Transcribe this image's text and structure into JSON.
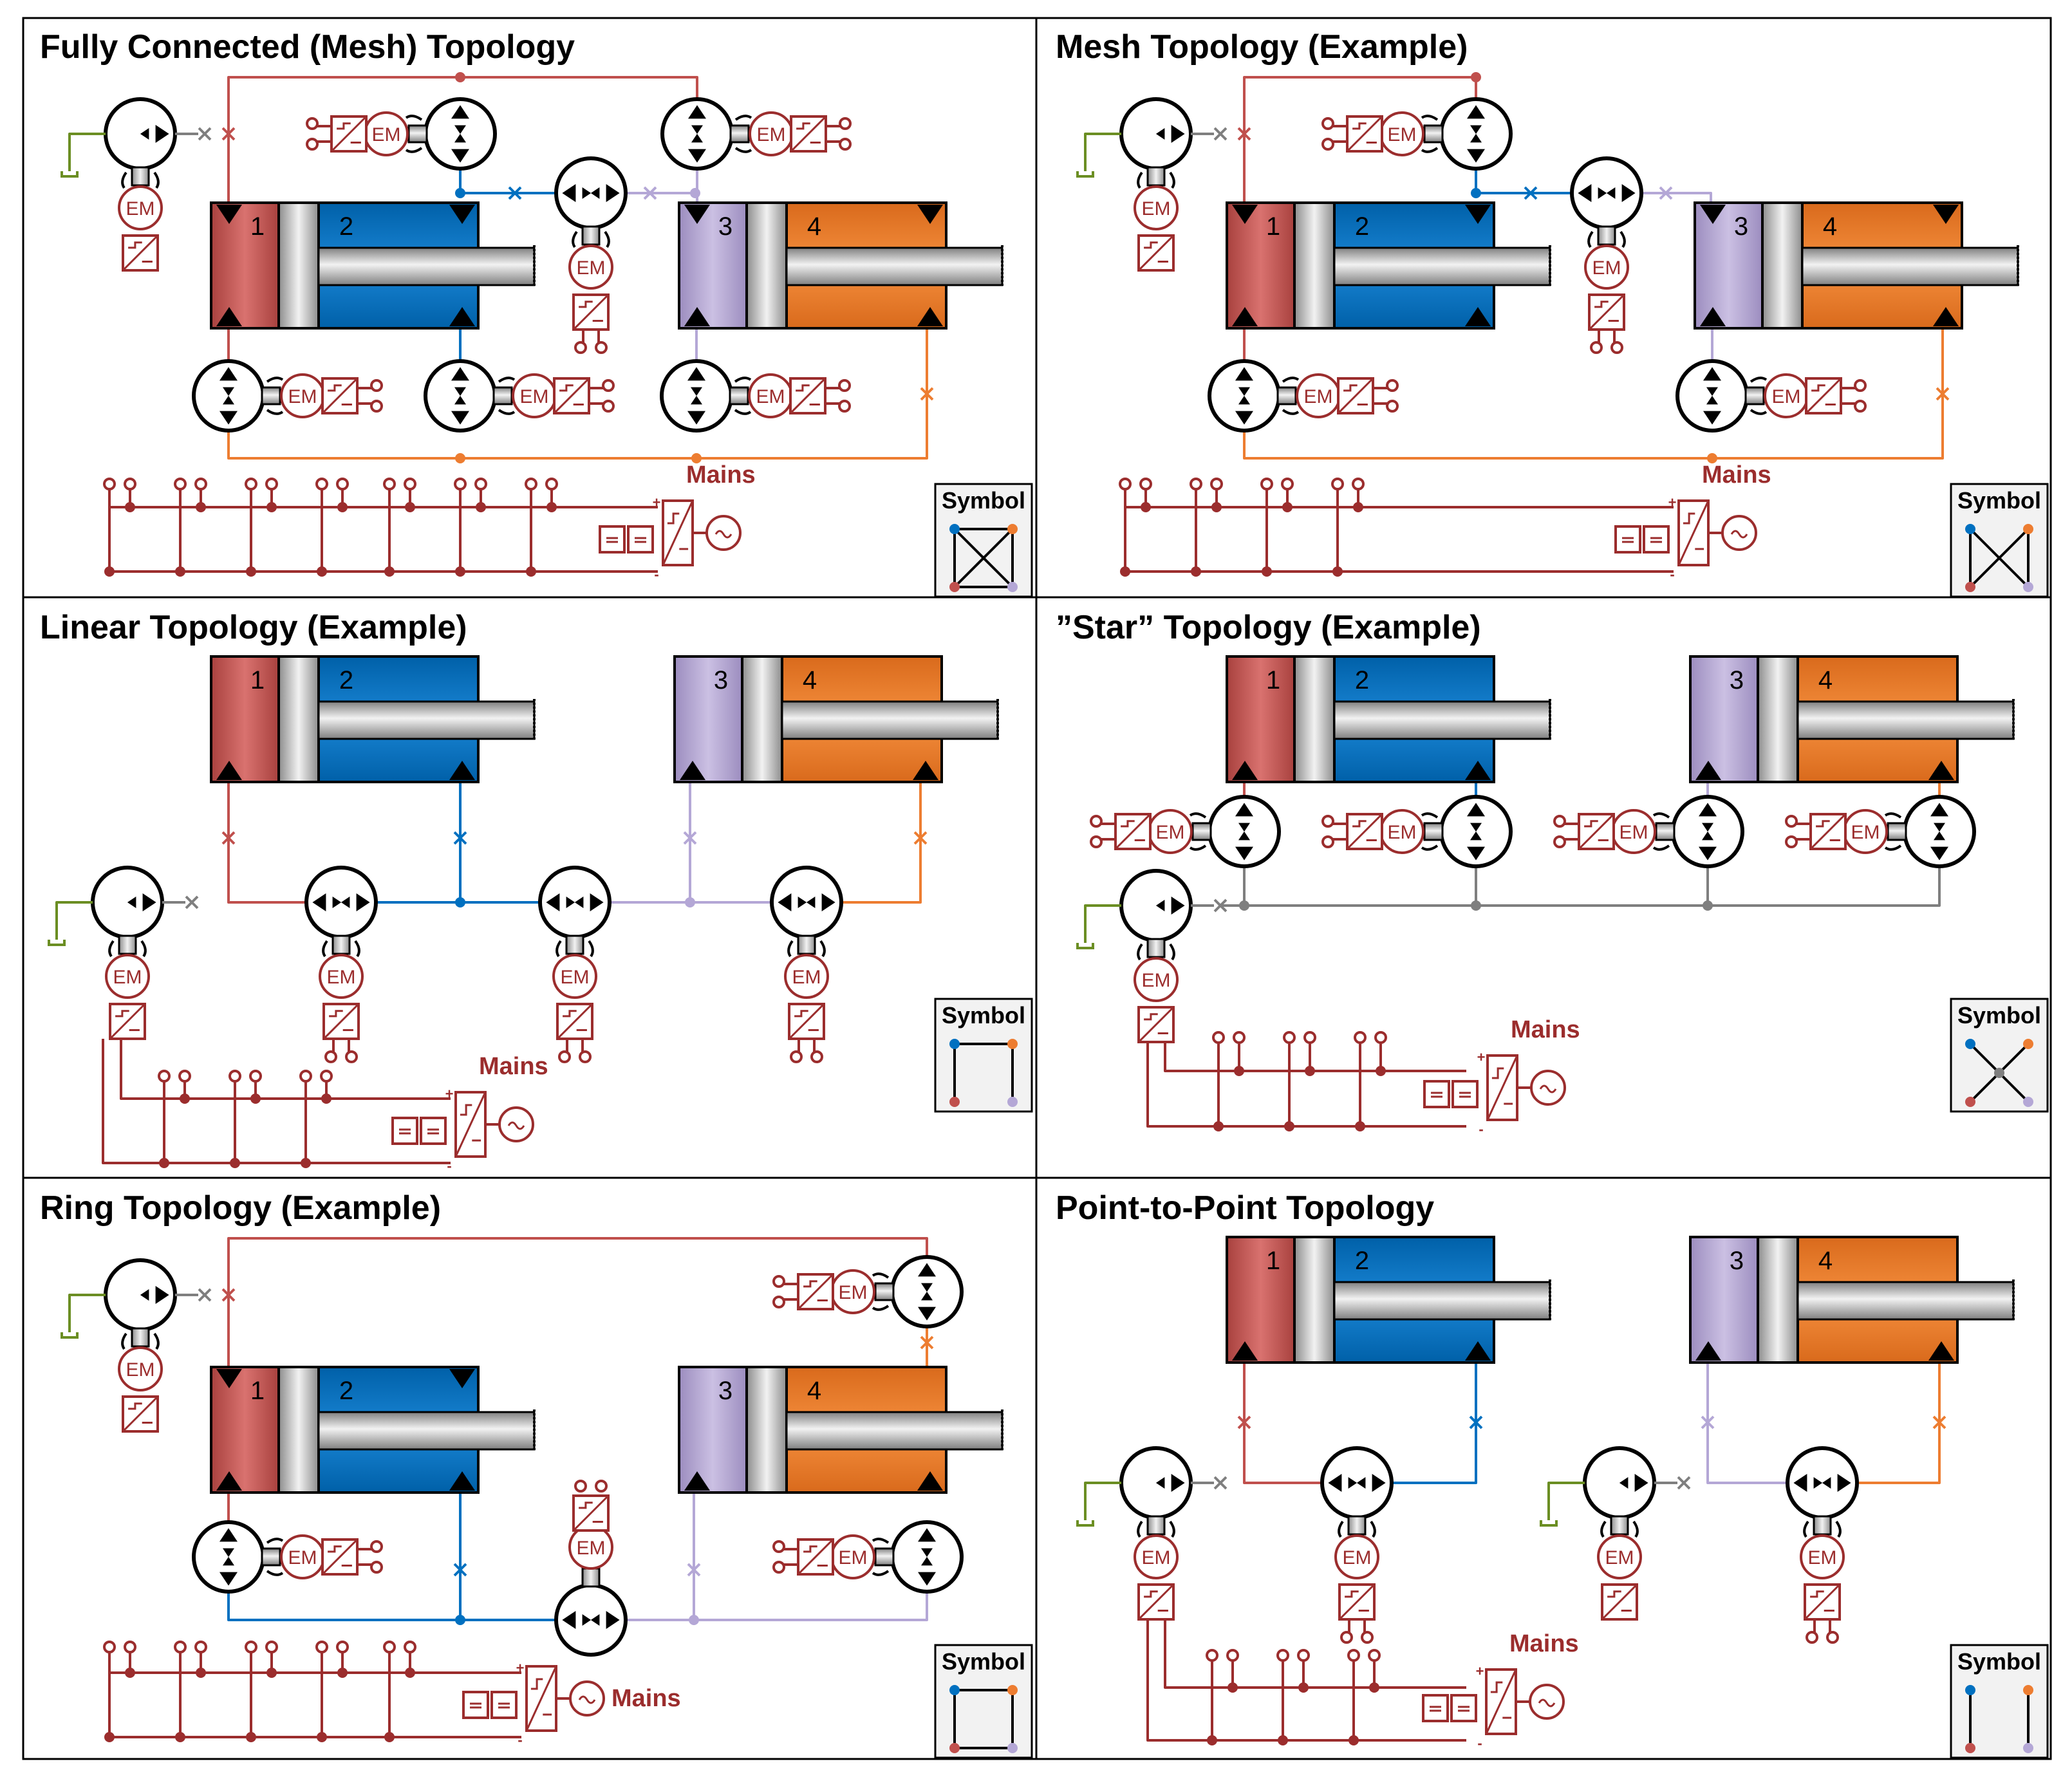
{
  "panels": [
    {
      "key": "mesh_full",
      "title": "Fully Connected (Mesh) Topology"
    },
    {
      "key": "mesh_example",
      "title": "Mesh Topology (Example)"
    },
    {
      "key": "linear",
      "title": "Linear Topology (Example)"
    },
    {
      "key": "star",
      "title": "”Star” Topology (Example)"
    },
    {
      "key": "ring",
      "title": "Ring Topology (Example)"
    },
    {
      "key": "p2p",
      "title": "Point-to-Point Topology"
    }
  ],
  "labels": {
    "symbol": "Symbol",
    "mains": "Mains",
    "em": "EM",
    "chamber_1": "1",
    "chamber_2": "2",
    "chamber_3": "3",
    "chamber_4": "4",
    "plus": "+",
    "minus": "-"
  },
  "colors": {
    "chamber_1": "#c0504d",
    "chamber_2": "#0070c0",
    "chamber_3": "#b4a7d6",
    "chamber_4": "#ed7d31",
    "electrical": "#9b2d2d",
    "tank": "#6b8e23",
    "grey_line": "#7f7f7f",
    "frame": "#000000"
  }
}
